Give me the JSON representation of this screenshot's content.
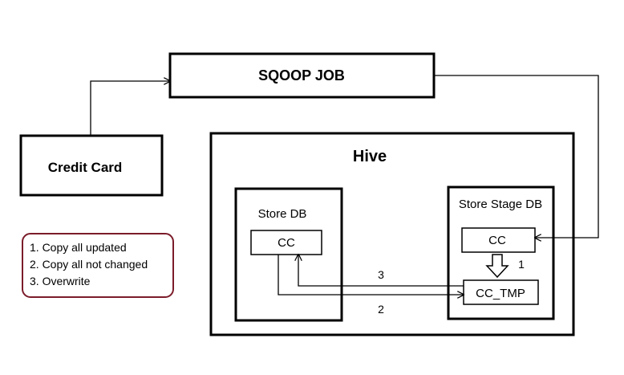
{
  "nodes": {
    "sqoop_job": "SQOOP JOB",
    "credit_card": "Credit Card",
    "hive": "Hive",
    "store_db": "Store DB",
    "store_db_cc": "CC",
    "store_stage_db": "Store Stage DB",
    "stage_cc": "CC",
    "stage_cc_tmp": "CC_TMP"
  },
  "edges": {
    "step_1": "1",
    "step_2": "2",
    "step_3": "3"
  },
  "legend": {
    "items": [
      "1. Copy all updated",
      "2. Copy all not changed",
      "3. Overwrite"
    ],
    "border_color": "#7b1c2a"
  }
}
